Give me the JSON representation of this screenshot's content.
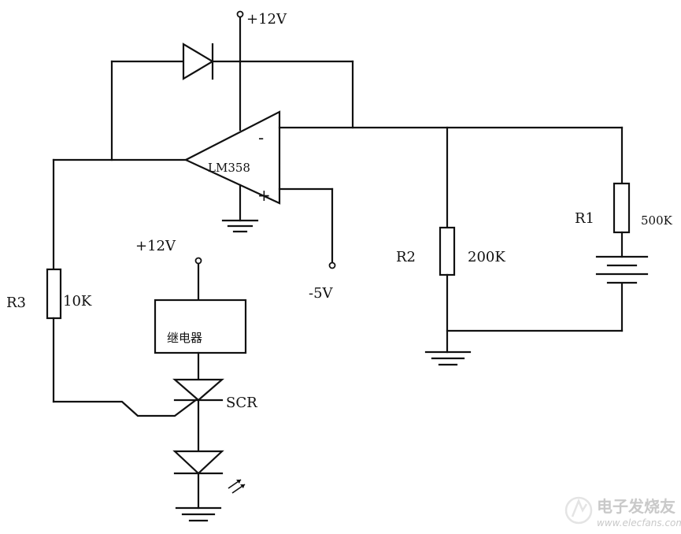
{
  "labels": {
    "vcc_top": "+12V",
    "opamp": "LM358",
    "opamp_minus": "-",
    "opamp_plus": "+",
    "vcc_relay": "+12V",
    "vneg": "-5V",
    "r3": "R3",
    "r3_value": "10K",
    "r2": "R2",
    "r2_value": "200K",
    "r1": "R1",
    "r1_value": "500K",
    "relay": "继电器",
    "scr": "SCR"
  },
  "watermark": {
    "title": "电子发烧友",
    "url": "www.elecfans.com"
  }
}
